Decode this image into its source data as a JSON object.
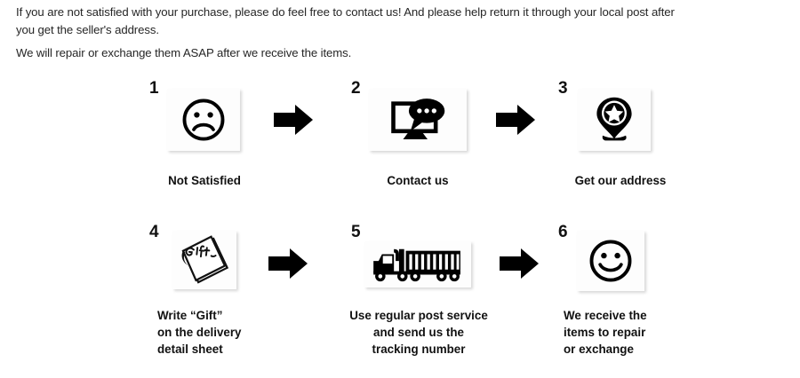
{
  "intro": {
    "paragraph_1": "If you are not satisfied with your purchase, please do feel free to contact us! And please help return it through your local post after you get the seller's address.",
    "paragraph_1_line_1": "If you are not satisfied with your purchase, please do feel free to contact us! And please help return it through your local post after",
    "paragraph_1_line_2": "you get the seller's address.",
    "paragraph_2": "We will repair or exchange them ASAP after we receive the items."
  },
  "colors": {
    "text": "#1a1a1a",
    "icon": "#000000",
    "box_background": "#fdfdfd",
    "page_background": "#ffffff"
  },
  "steps": [
    {
      "number": "1",
      "icon": "sad-face-icon",
      "caption": "Not Satisfied",
      "caption_align": "center"
    },
    {
      "number": "2",
      "icon": "monitor-chat-bubble-icon",
      "caption": "Contact us",
      "caption_align": "center"
    },
    {
      "number": "3",
      "icon": "map-pin-star-icon",
      "caption": "Get our address",
      "caption_align": "center"
    },
    {
      "number": "4",
      "icon": "gift-note-paper-icon",
      "caption": "Write  “Gift”\non the delivery\ndetail sheet",
      "caption_align": "left"
    },
    {
      "number": "5",
      "icon": "delivery-truck-icon",
      "caption": "Use regular post service\nand send us the\ntracking number",
      "caption_align": "center"
    },
    {
      "number": "6",
      "icon": "happy-face-icon",
      "caption": "We receive the\nitems to repair\nor exchange",
      "caption_align": "left"
    }
  ],
  "arrows": [
    {
      "name": "arrow-step-1-to-2"
    },
    {
      "name": "arrow-step-2-to-3"
    },
    {
      "name": "arrow-step-4-to-5"
    },
    {
      "name": "arrow-step-5-to-6"
    }
  ]
}
